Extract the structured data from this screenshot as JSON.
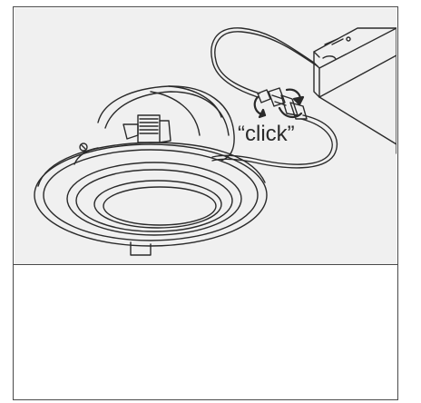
{
  "figure": {
    "callout": "“click”",
    "colors": {
      "line": "#2a2a2a",
      "panel": "#f0f0f0",
      "frame": "#4a4a4a"
    },
    "parts": [
      "recessed-downlight",
      "cable",
      "connector",
      "driver-box",
      "rotate-arrows"
    ]
  }
}
